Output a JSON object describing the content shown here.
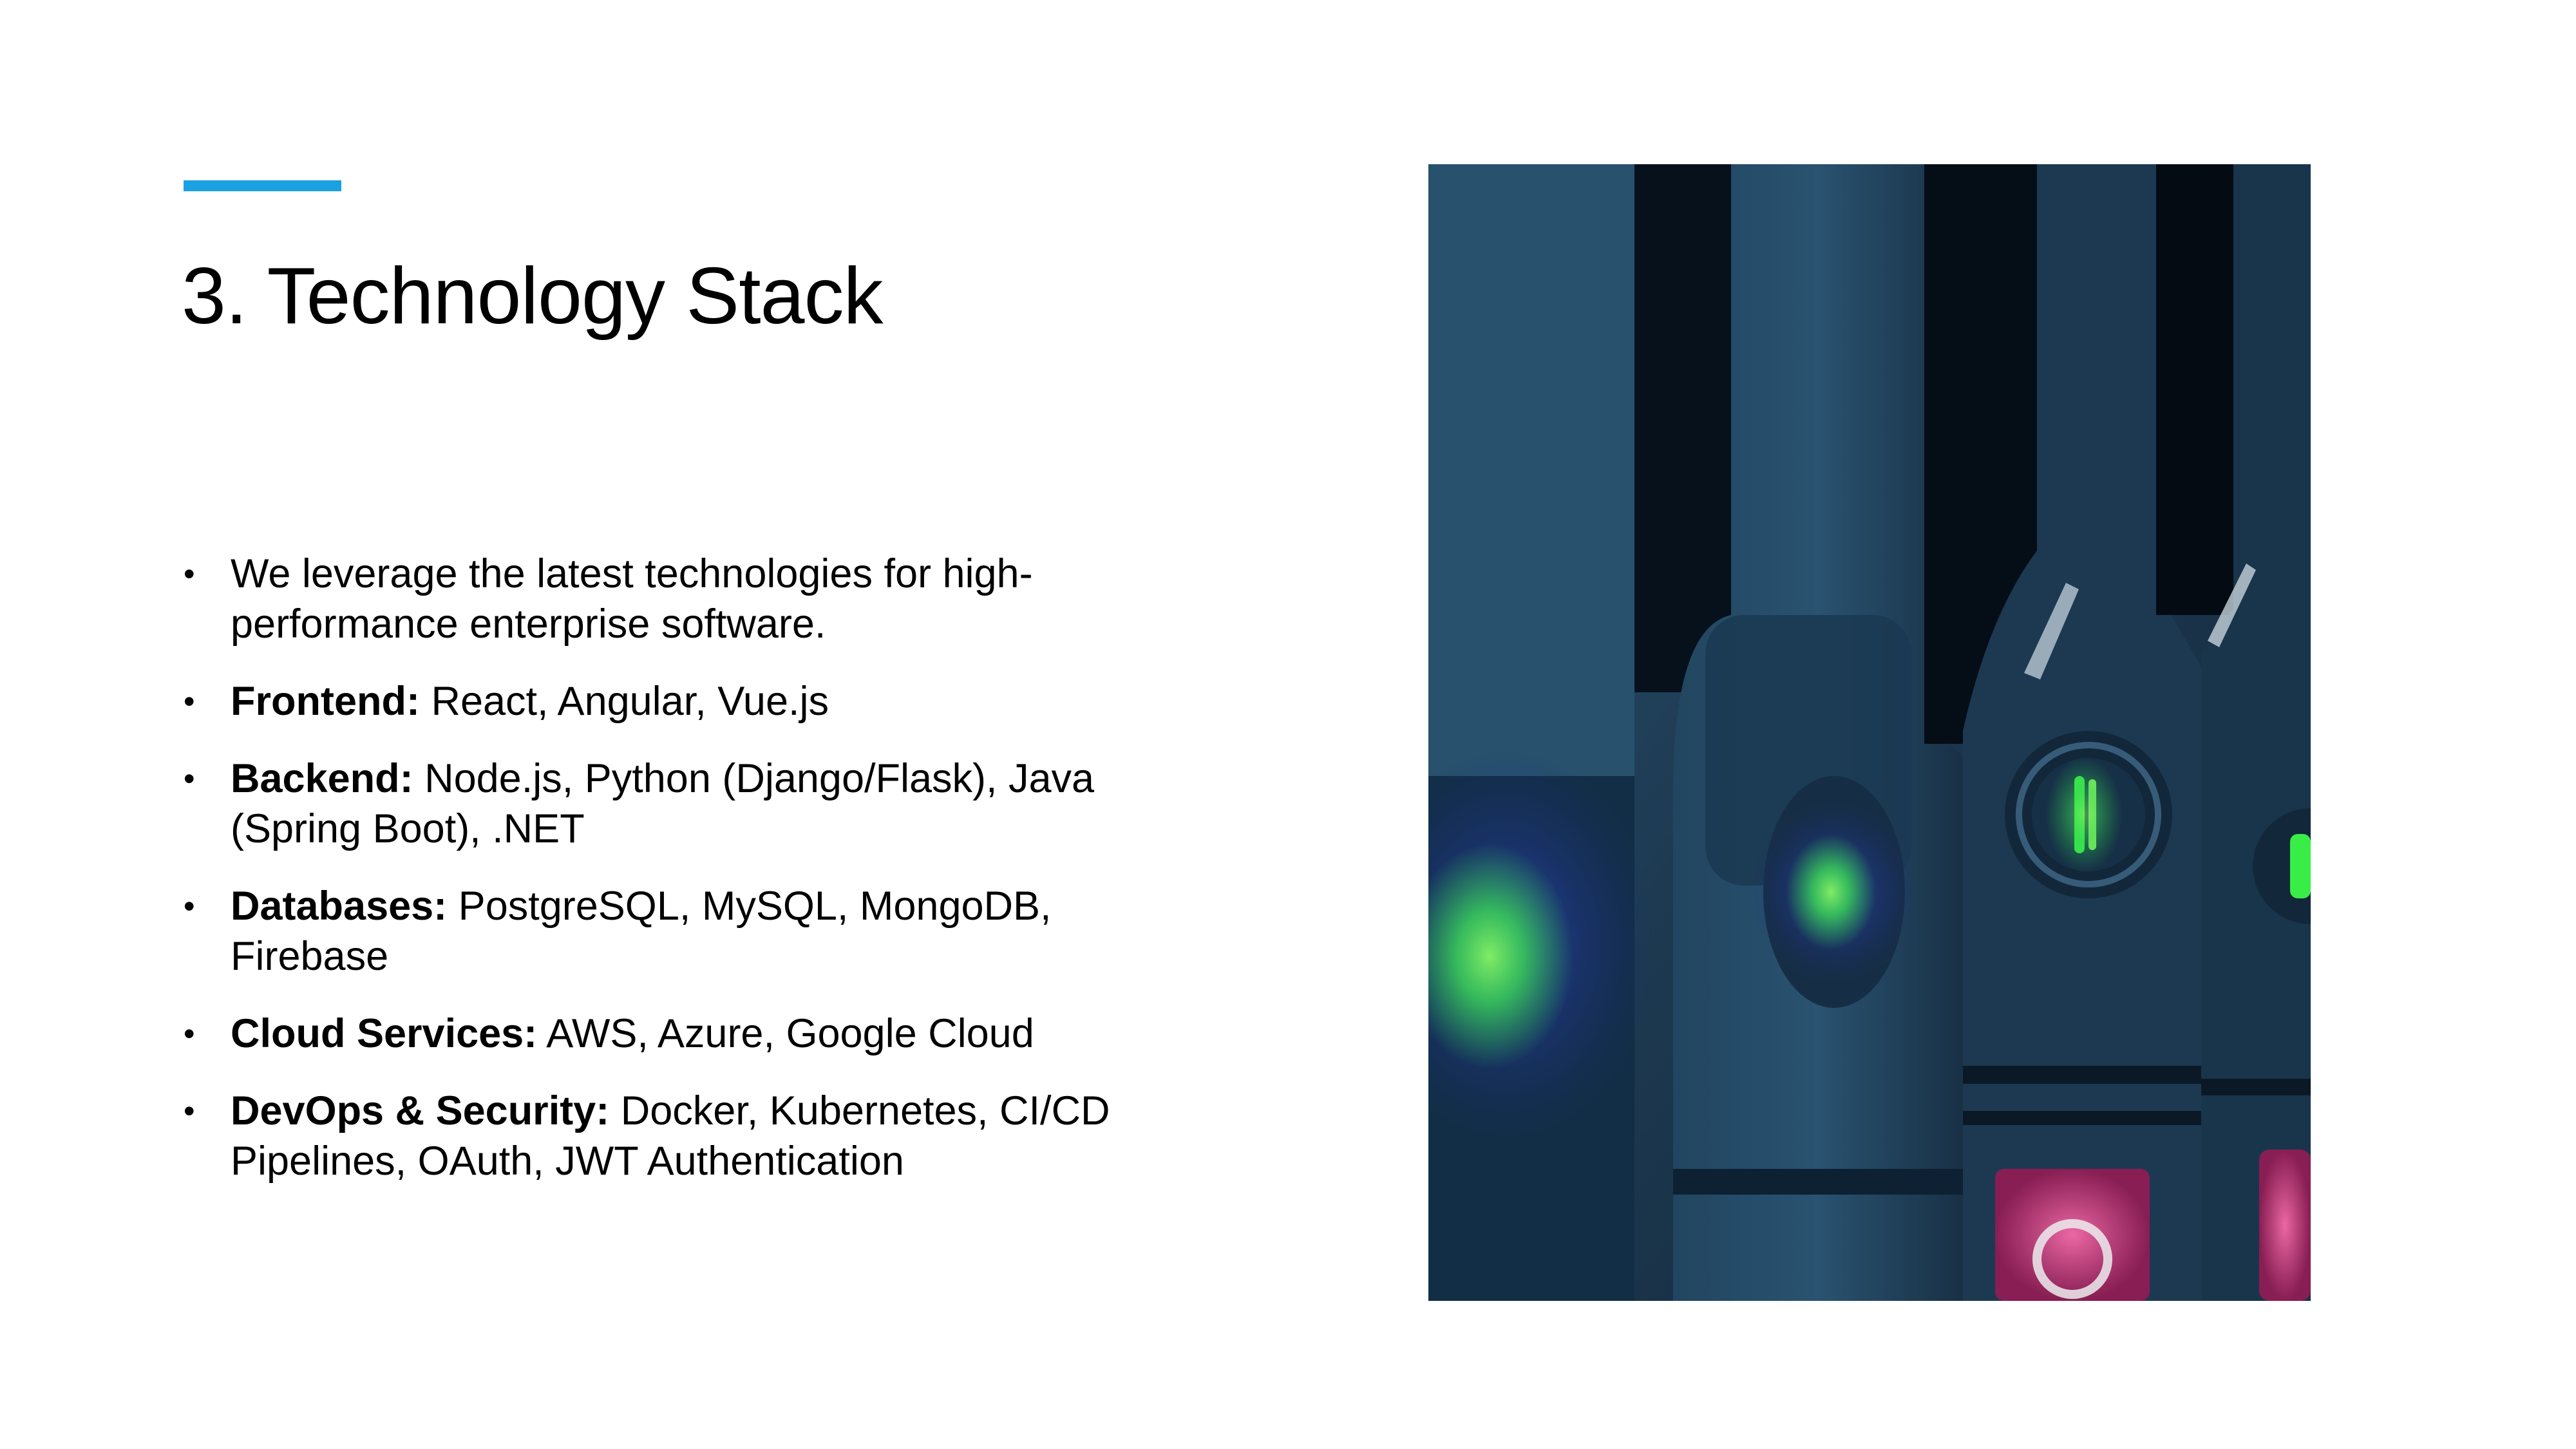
{
  "slide": {
    "accent_color": "#1ba1e2",
    "title": "3. Technology Stack",
    "bullets": [
      {
        "label": "",
        "text": "We leverage the latest technologies for high-performance enterprise software."
      },
      {
        "label": "Frontend:",
        "text": " React, Angular, Vue.js"
      },
      {
        "label": "Backend:",
        "text": " Node.js, Python (Django/Flask), Java (Spring Boot), .NET"
      },
      {
        "label": "Databases:",
        "text": " PostgreSQL, MySQL, MongoDB, Firebase"
      },
      {
        "label": "Cloud Services:",
        "text": " AWS, Azure, Google Cloud"
      },
      {
        "label": "DevOps & Security:",
        "text": " Docker, Kubernetes, CI/CD Pipelines, OAuth, JWT Authentication"
      }
    ],
    "bullet_glyph": "•",
    "image": {
      "subject": "server-rack-photo",
      "led_color": "#3dff4a",
      "button_color": "#d02a6e"
    }
  }
}
